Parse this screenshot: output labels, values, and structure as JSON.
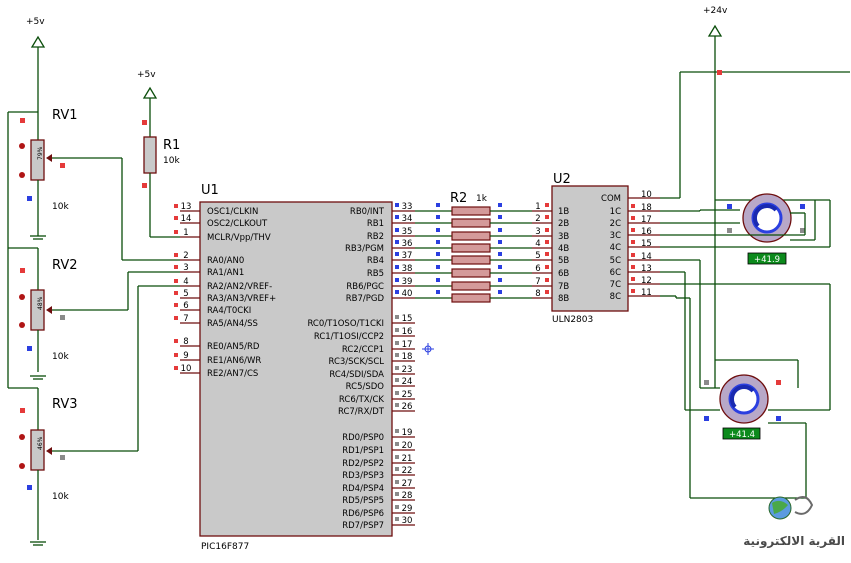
{
  "supplies": {
    "left_top": "+5v",
    "mid": "+5v",
    "right_top": "+24v"
  },
  "pots": [
    {
      "ref": "RV1",
      "value": "10k",
      "marker": "79%"
    },
    {
      "ref": "RV2",
      "value": "10k",
      "marker": "48%"
    },
    {
      "ref": "RV3",
      "value": "10k",
      "marker": "46%"
    }
  ],
  "r1": {
    "ref": "R1",
    "value": "10k"
  },
  "r2": {
    "ref": "R2",
    "value": "1k"
  },
  "u1": {
    "ref": "U1",
    "part": "PIC16F877",
    "left_pins": [
      {
        "num": "13",
        "name": "OSC1/CLKIN"
      },
      {
        "num": "14",
        "name": "OSC2/CLKOUT"
      },
      {
        "num": "1",
        "name": "MCLR/Vpp/THV"
      },
      {
        "num": "2",
        "name": "RA0/AN0"
      },
      {
        "num": "3",
        "name": "RA1/AN1"
      },
      {
        "num": "4",
        "name": "RA2/AN2/VREF-"
      },
      {
        "num": "5",
        "name": "RA3/AN3/VREF+"
      },
      {
        "num": "6",
        "name": "RA4/T0CKI"
      },
      {
        "num": "7",
        "name": "RA5/AN4/SS"
      },
      {
        "num": "8",
        "name": "RE0/AN5/RD"
      },
      {
        "num": "9",
        "name": "RE1/AN6/WR"
      },
      {
        "num": "10",
        "name": "RE2/AN7/CS"
      }
    ],
    "right_pins": [
      {
        "num": "33",
        "name": "RB0/INT"
      },
      {
        "num": "34",
        "name": "RB1"
      },
      {
        "num": "35",
        "name": "RB2"
      },
      {
        "num": "36",
        "name": "RB3/PGM"
      },
      {
        "num": "37",
        "name": "RB4"
      },
      {
        "num": "38",
        "name": "RB5"
      },
      {
        "num": "39",
        "name": "RB6/PGC"
      },
      {
        "num": "40",
        "name": "RB7/PGD"
      },
      {
        "num": "15",
        "name": "RC0/T1OSO/T1CKI"
      },
      {
        "num": "16",
        "name": "RC1/T1OSI/CCP2"
      },
      {
        "num": "17",
        "name": "RC2/CCP1"
      },
      {
        "num": "18",
        "name": "RC3/SCK/SCL"
      },
      {
        "num": "23",
        "name": "RC4/SDI/SDA"
      },
      {
        "num": "24",
        "name": "RC5/SDO"
      },
      {
        "num": "25",
        "name": "RC6/TX/CK"
      },
      {
        "num": "26",
        "name": "RC7/RX/DT"
      },
      {
        "num": "19",
        "name": "RD0/PSP0"
      },
      {
        "num": "20",
        "name": "RD1/PSP1"
      },
      {
        "num": "21",
        "name": "RD2/PSP2"
      },
      {
        "num": "22",
        "name": "RD3/PSP3"
      },
      {
        "num": "27",
        "name": "RD4/PSP4"
      },
      {
        "num": "28",
        "name": "RD5/PSP5"
      },
      {
        "num": "29",
        "name": "RD6/PSP6"
      },
      {
        "num": "30",
        "name": "RD7/PSP7"
      }
    ]
  },
  "u2": {
    "ref": "U2",
    "part": "ULN2803",
    "left_pins": [
      {
        "num": "1",
        "name": "1B"
      },
      {
        "num": "2",
        "name": "2B"
      },
      {
        "num": "3",
        "name": "3B"
      },
      {
        "num": "4",
        "name": "4B"
      },
      {
        "num": "5",
        "name": "5B"
      },
      {
        "num": "6",
        "name": "6B"
      },
      {
        "num": "7",
        "name": "7B"
      },
      {
        "num": "8",
        "name": "8B"
      }
    ],
    "right_pins": [
      {
        "num": "10",
        "name": "COM"
      },
      {
        "num": "18",
        "name": "1C"
      },
      {
        "num": "17",
        "name": "2C"
      },
      {
        "num": "16",
        "name": "3C"
      },
      {
        "num": "15",
        "name": "4C"
      },
      {
        "num": "14",
        "name": "5C"
      },
      {
        "num": "13",
        "name": "6C"
      },
      {
        "num": "12",
        "name": "7C"
      },
      {
        "num": "11",
        "name": "8C"
      }
    ]
  },
  "motors": [
    {
      "readout": "+41.9"
    },
    {
      "readout": "+41.4"
    }
  ],
  "watermark": {
    "text": "القرية الالكترونية",
    "icon": "globe-logo-icon"
  }
}
